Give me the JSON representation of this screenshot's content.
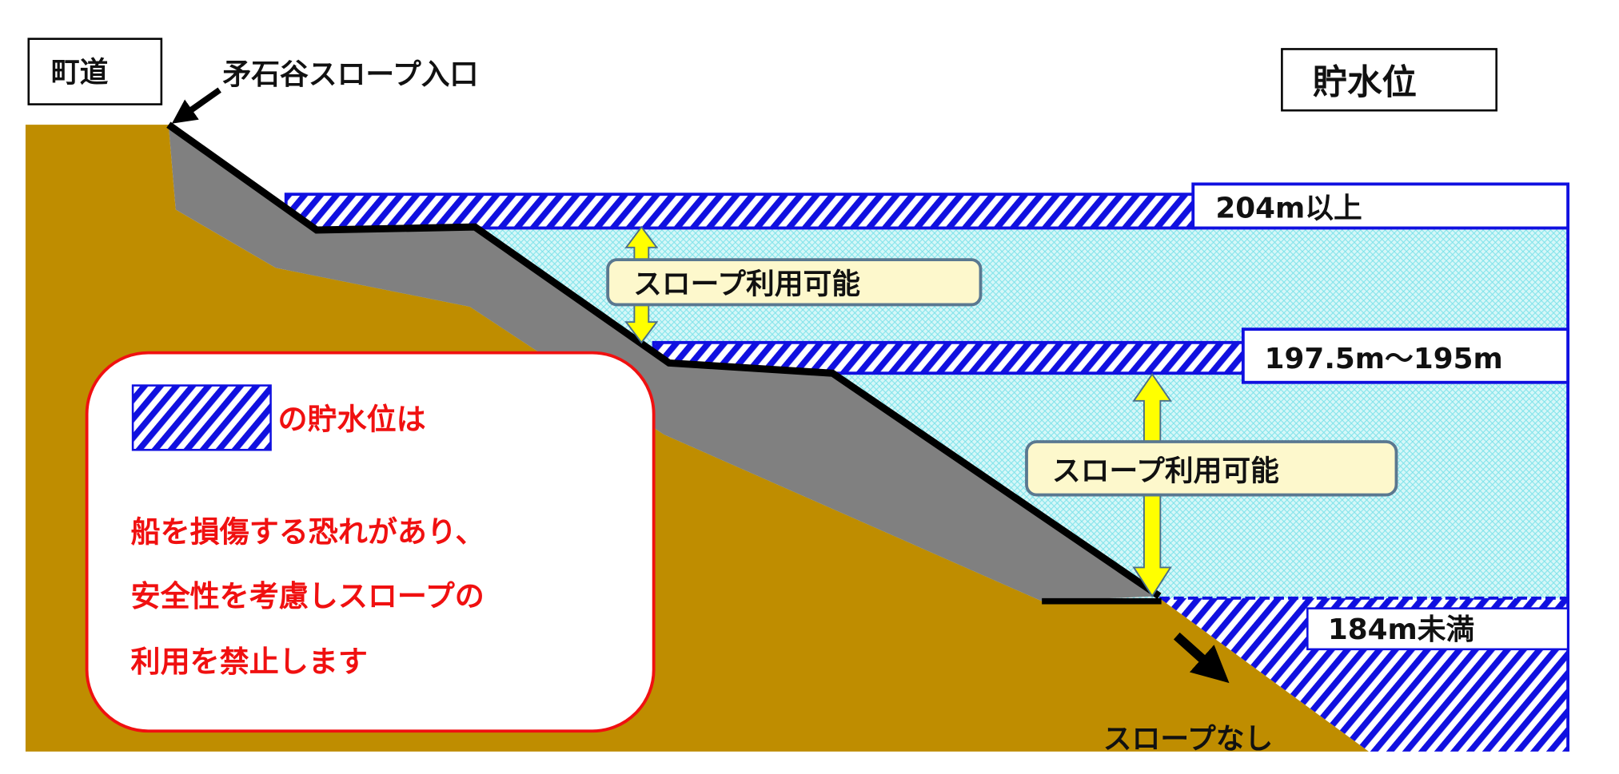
{
  "labels": {
    "road": "町道",
    "entrance": "矛石谷スロープ入口",
    "water_level_title": "貯水位",
    "level_high": "204m以上",
    "level_mid": "197.5m～195m",
    "level_low": "184m未満",
    "usable_1": "スロープ利用可能",
    "usable_2": "スロープ利用可能",
    "no_slope": "スロープなし"
  },
  "notice": {
    "legend_text": "の貯水位は",
    "lines": [
      "船を損傷する恐れがあり、",
      "安全性を考慮しスロープの",
      "利用を禁止します"
    ]
  },
  "colors": {
    "ground": "#bf8d00",
    "slope": "#808080",
    "water": "#cdf5f7",
    "hatch": "#1010e0",
    "notice_border": "#f01010",
    "callout_fill": "#fdf8cc",
    "arrow": "#ffff00"
  }
}
